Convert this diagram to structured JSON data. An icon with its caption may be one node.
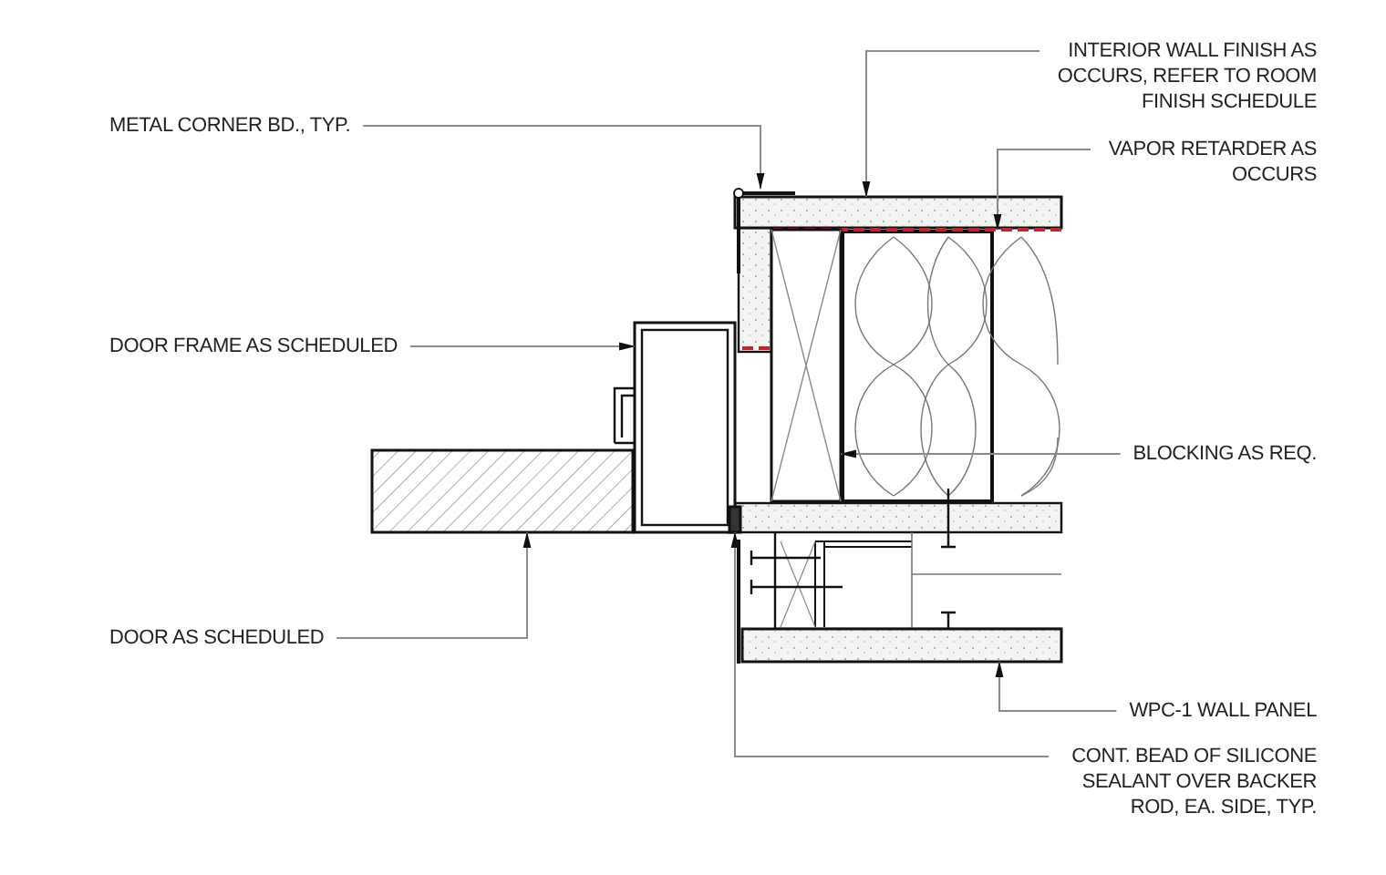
{
  "diagram": {
    "nodes": [
      {
        "text": [
          "INTERIOR WALL FINISH AS OCCURS, REFER TO ROOM FINISH SCHEDULE"
        ]
      },
      {
        "text": [
          "METAL CORNER BD., TYP."
        ]
      },
      {
        "text": [
          "VAPOR RETARDER AS OCCURS"
        ]
      },
      {
        "text": [
          "DOOR FRAME AS SCHEDULED"
        ]
      },
      {
        "text": [
          "BLOCKING AS REQ."
        ]
      },
      {
        "text": [
          "DOOR AS SCHEDULED"
        ]
      },
      {
        "text": [
          "WPC-1 WALL PANEL"
        ]
      },
      {
        "text": [
          "CONT. BEAD OF SILICONE SEALANT OVER BACKER ROD, EA. SIDE, TYP."
        ]
      },
      {
        "text": [],
        "shape": "bar"
      },
      {
        "text": [],
        "shape": "picture"
      },
      {
        "text": [],
        "shape": "line"
      },
      {
        "text": [],
        "shape": "box"
      },
      {
        "text": [],
        "shape": "box"
      },
      {
        "text": [],
        "shape": "box"
      },
      {
        "text": [],
        "shape": "bar"
      },
      {
        "text": [],
        "shape": "box"
      }
    ],
    "edges": [
      {
        "from": 0,
        "to": 8,
        "arrow": "to"
      },
      {
        "from": 1,
        "to": 9,
        "arrow": "to"
      },
      {
        "from": 2,
        "to": 10,
        "arrow": "to"
      },
      {
        "from": 3,
        "to": 11,
        "arrow": "to"
      },
      {
        "from": 4,
        "to": 12,
        "arrow": "to"
      },
      {
        "from": 5,
        "to": 13,
        "arrow": "to"
      },
      {
        "from": 6,
        "to": 14,
        "arrow": "to"
      },
      {
        "from": 7,
        "to": 15,
        "arrow": "to"
      }
    ]
  }
}
